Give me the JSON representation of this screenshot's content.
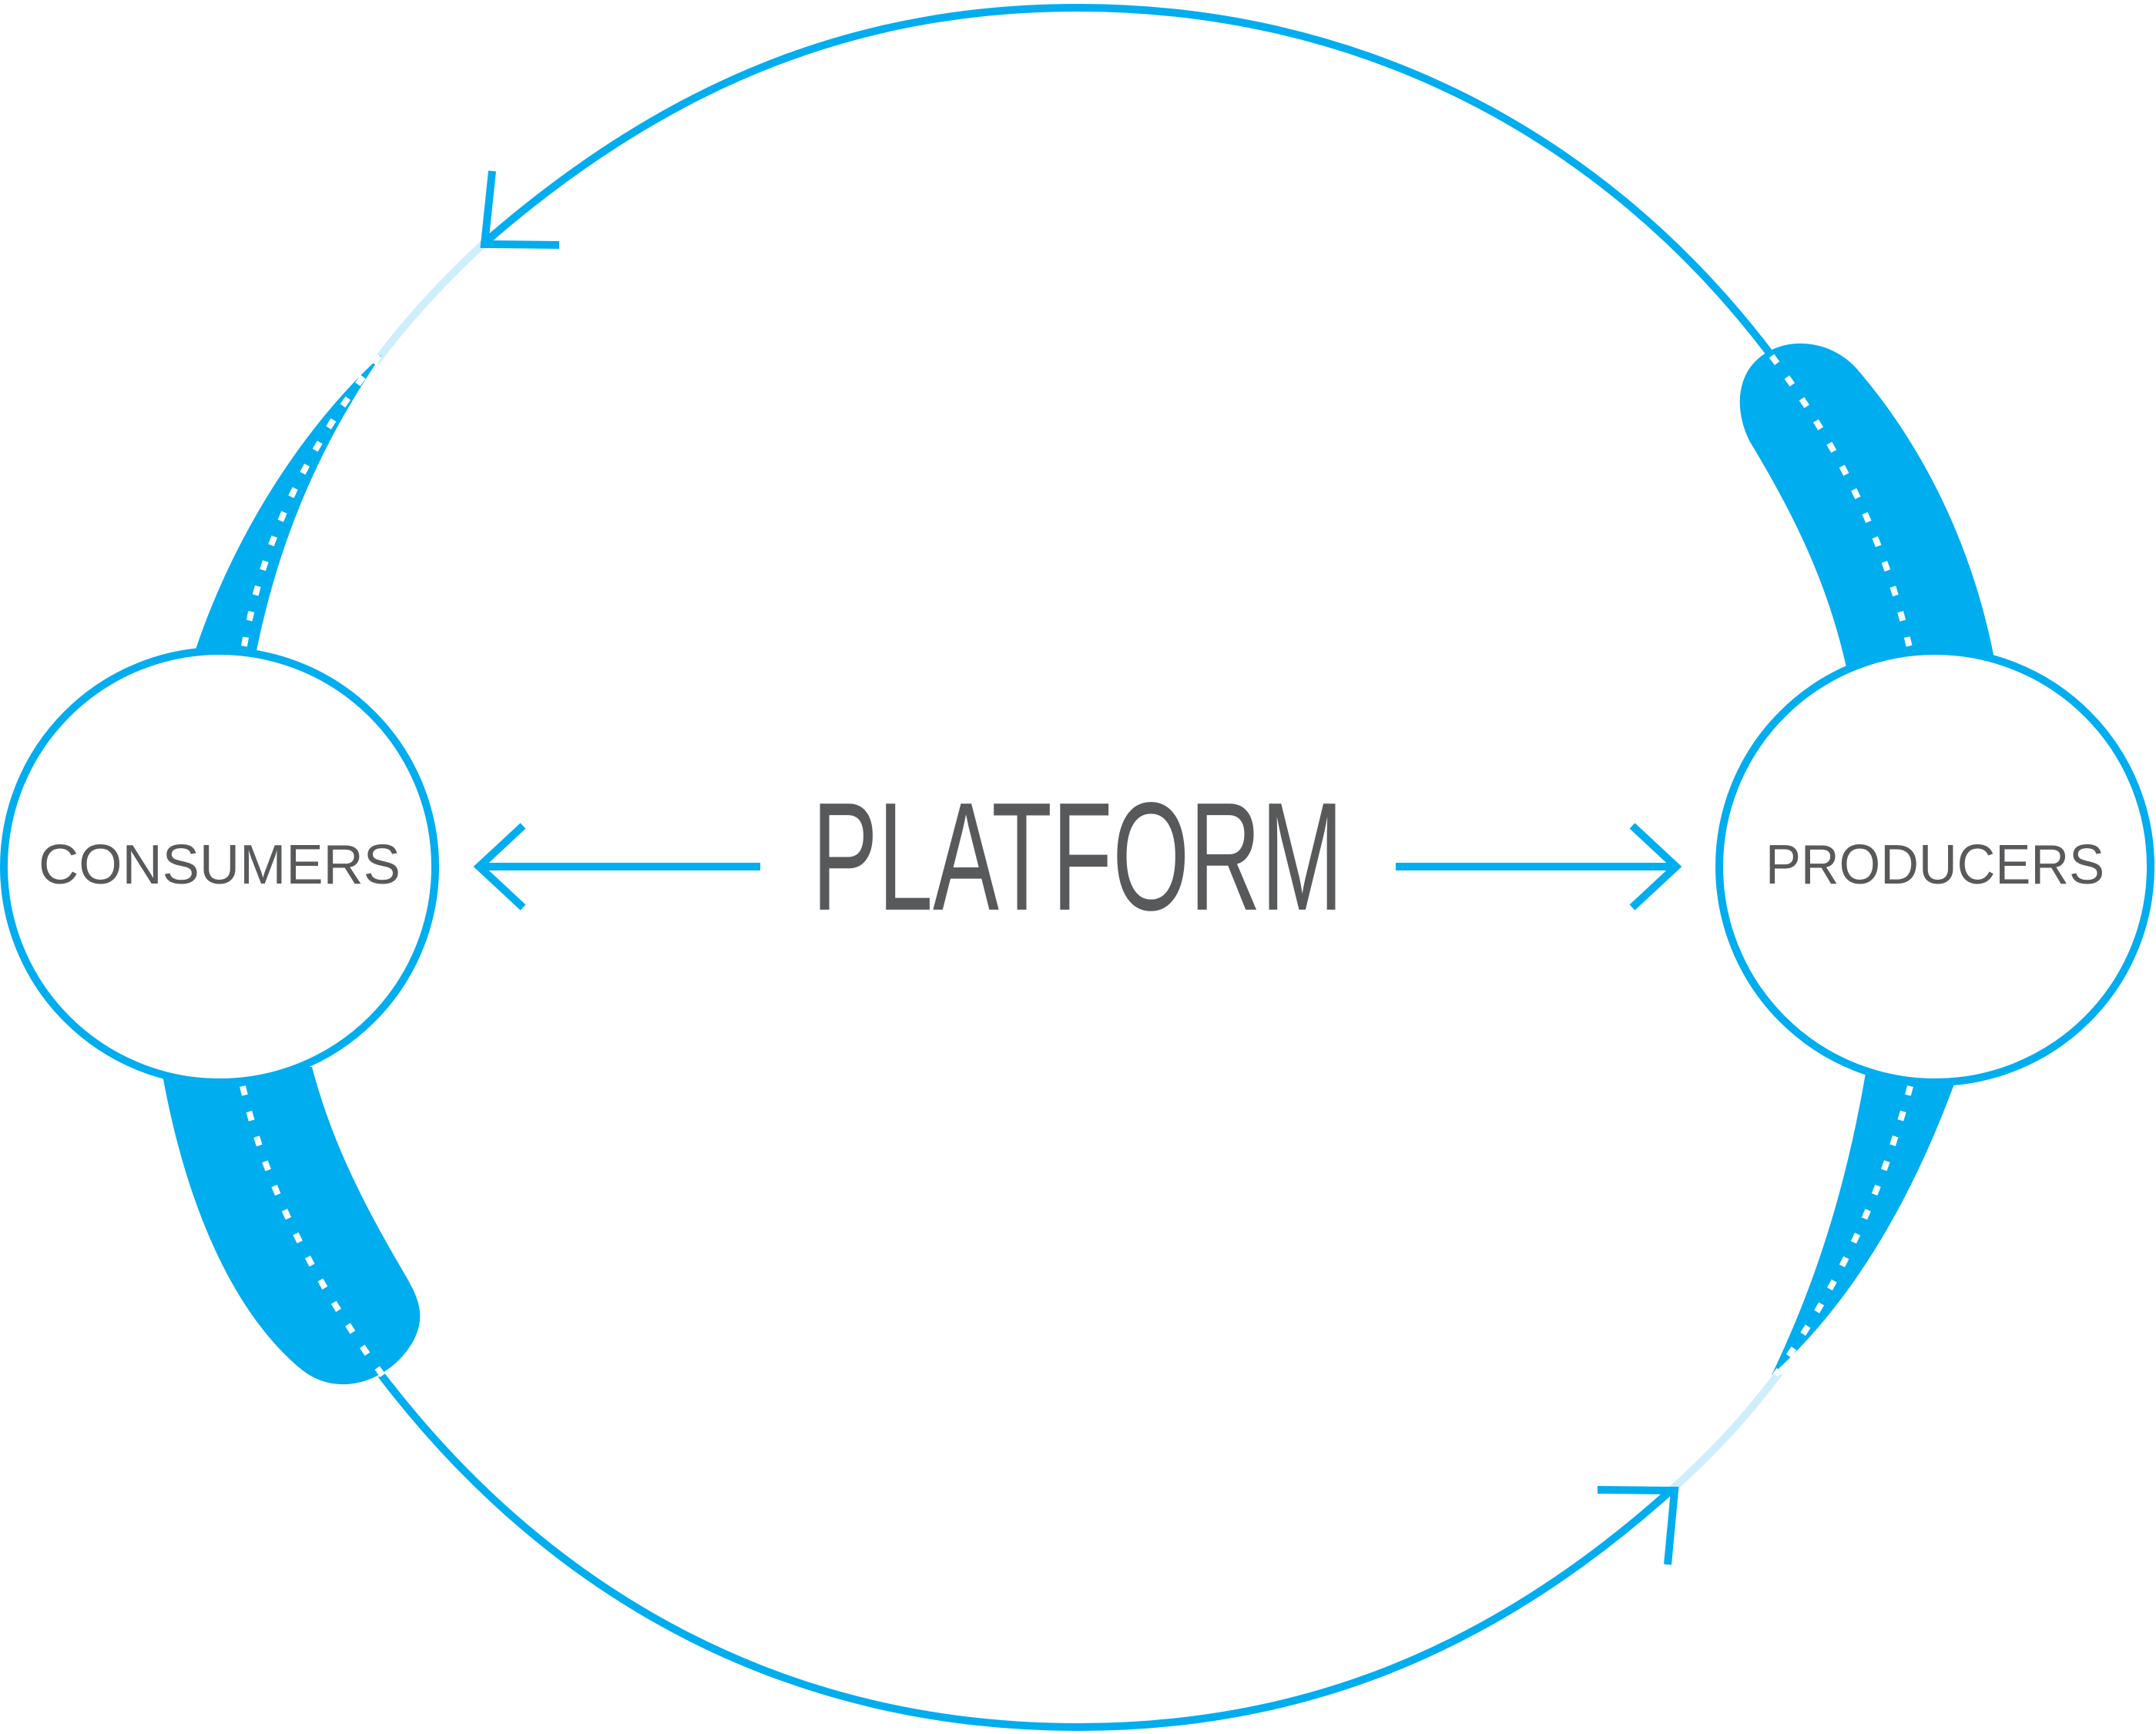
{
  "diagram": {
    "center_label": "PLATFORM",
    "left_node": {
      "label": "CONSUMERS"
    },
    "right_node": {
      "label": "PRODUCERS"
    }
  },
  "colors": {
    "accent": "#00adef",
    "accent_light": "#cfeefb",
    "text": "#58595b",
    "background": "#ffffff"
  }
}
